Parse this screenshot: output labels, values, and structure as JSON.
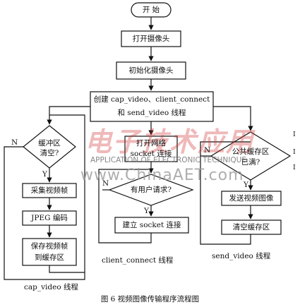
{
  "nodes": {
    "start": "开 始",
    "open_camera": "打开摄像头",
    "init_camera": "初始化摄像头",
    "create_threads_line1": "创建 cap_video、client_connect",
    "create_threads_line2": "和 send_video 线程",
    "buffer_empty_line1": "缓冲区",
    "buffer_empty_line2": "清空?",
    "capture_frame": "采集视频帧",
    "jpeg_encode": "JPEG 编码",
    "save_frame_line1": "保存视频帧",
    "save_frame_line2": "到缓存区",
    "open_socket_line1": "打开网络",
    "open_socket_line2": "socket 连接",
    "user_request": "有用户请求?",
    "build_socket": "建立 socket 连接",
    "shared_buffer_line1": "公共缓存区",
    "shared_buffer_line2": "已满?",
    "send_frame": "发送视频图像",
    "clear_buffer": "清空缓存区"
  },
  "edge_labels": {
    "yes": "Y",
    "no": "N"
  },
  "thread_labels": {
    "cap_video": "cap_video 线程",
    "client_connect": "client_connect 线程",
    "send_video": "send_video 线程"
  },
  "caption": "图 6  视频图像传输程序流程图",
  "watermark": {
    "logo_text": "电子技术应用",
    "subtitle": "APPLICATION OF ELECTRONIC TECHNIQUE",
    "site": "www.ChinaAET.com"
  },
  "side_marks": [
    "I",
    "I",
    "I"
  ]
}
